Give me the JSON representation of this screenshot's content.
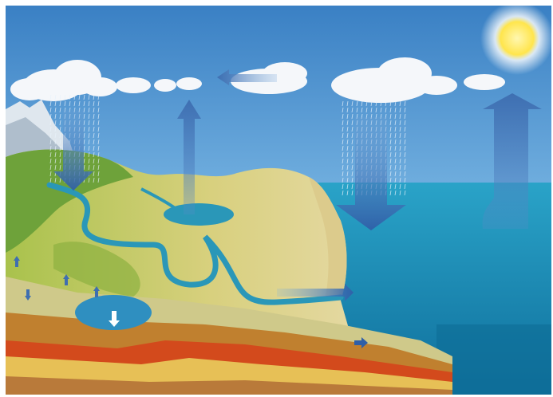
{
  "diagram": {
    "subject": "water-cycle",
    "labels": [],
    "colors": {
      "sky_top": "#3a86c8",
      "sky_bottom": "#b9dcef",
      "ocean": "#1f8fb8",
      "ocean_deep": "#0e6c96",
      "land": "#c9c96a",
      "land_dark": "#8db040",
      "river": "#2a97b8",
      "arrow": "#3f6fb0",
      "sun": "#ffe04a"
    },
    "arrows": [
      {
        "name": "precipitation-over-land-arrow",
        "direction": "down"
      },
      {
        "name": "evaporation-from-lake-arrow",
        "direction": "up"
      },
      {
        "name": "cloud-transport-arrow",
        "direction": "left"
      },
      {
        "name": "precipitation-over-ocean-arrow",
        "direction": "down"
      },
      {
        "name": "evaporation-from-ocean-arrow",
        "direction": "up"
      },
      {
        "name": "river-runoff-arrow",
        "direction": "right"
      },
      {
        "name": "groundwater-flow-arrow",
        "direction": "right"
      },
      {
        "name": "infiltration-arrow",
        "direction": "down"
      }
    ]
  }
}
